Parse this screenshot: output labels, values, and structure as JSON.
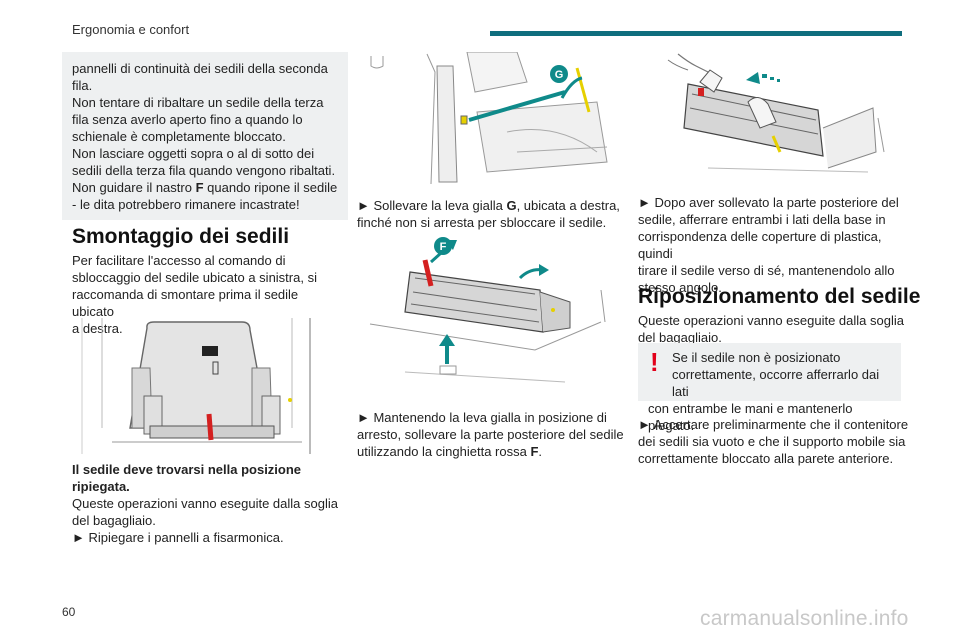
{
  "header": {
    "section_title": "Ergonomia e confort",
    "accent_color": "#0f6e7e"
  },
  "page_number": "60",
  "watermark": "carmanualsonline.info",
  "col1": {
    "note_lines": [
      "pannelli di continuità dei sedili della seconda",
      "fila.",
      "Non tentare di ribaltare un sedile della terza",
      "fila senza averlo aperto fino a quando lo",
      "schienale è completamente bloccato.",
      "Non lasciare oggetti sopra o al di sotto dei",
      "sedili della terza fila quando vengono ribaltati."
    ],
    "note_last_pre": "Non guidare il nastro ",
    "note_last_bold": "F",
    "note_last_post": " quando ripone il sedile",
    "note_last_line2": "- le dita potrebbero rimanere incastrate!",
    "heading": "Smontaggio dei sedili",
    "intro_lines": [
      "Per facilitare l'accesso al comando di",
      "sbloccaggio del sedile ubicato a sinistra, si",
      "raccomanda di smontare prima il sedile ubicato",
      "a destra."
    ],
    "bold_lines": [
      "Il sedile deve trovarsi nella posizione",
      "ripiegata."
    ],
    "after_lines": [
      "Queste operazioni vanno eseguite dalla soglia",
      "del bagagliaio.",
      "► Ripiegare i pannelli a fisarmonica."
    ]
  },
  "col2": {
    "callout_g": "G",
    "callout_f": "F",
    "step1_pre": "► Sollevare la leva gialla ",
    "step1_bold": "G",
    "step1_post": ", ubicata a destra,",
    "step1_line2": "finché non si arresta per sbloccare il sedile.",
    "step2_lines": [
      "► Mantenendo la leva gialla in posizione di",
      "arresto, sollevare la parte posteriore del sedile"
    ],
    "step2_last_pre": "utilizzando la cinghietta rossa ",
    "step2_last_bold": "F",
    "step2_last_post": "."
  },
  "col3": {
    "step_lines": [
      "► Dopo aver sollevato la parte posteriore del",
      "sedile, afferrare entrambi i lati della base in",
      "corrispondenza delle coperture di plastica, quindi",
      "tirare il sedile verso di sé, mantenendolo allo",
      "stesso angolo."
    ],
    "heading": "Riposizionamento del sedile",
    "intro_lines": [
      "Queste operazioni vanno eseguite dalla soglia",
      "del bagagliaio."
    ],
    "warning_mark": "!",
    "warning_lines": [
      "Se il sedile non è posizionato",
      "correttamente, occorre afferrarlo dai lati",
      "con entrambe le mani e mantenerlo piegato."
    ],
    "final_lines": [
      "► Accertare preliminarmente che il contenitore",
      "dei sedili sia vuoto e che il supporto mobile sia",
      "correttamente bloccato alla parete anteriore."
    ]
  }
}
